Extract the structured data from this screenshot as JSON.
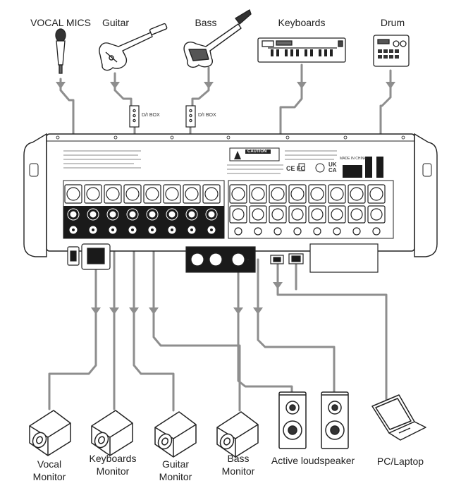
{
  "sources": {
    "vocal_mics": "VOCAL MICS",
    "guitar": "Guitar",
    "bass": "Bass",
    "keyboards": "Keyboards",
    "drum": "Drum"
  },
  "di_box_label": "D/I BOX",
  "outputs": {
    "vocal_monitor": [
      "Vocal",
      "Monitor"
    ],
    "keyboards_monitor": [
      "Keyboards",
      "Monitor"
    ],
    "guitar_monitor": [
      "Guitar",
      "Monitor"
    ],
    "bass_monitor": [
      "Bass",
      "Monitor"
    ],
    "active_loudspeaker": "Active loudspeaker",
    "pc_laptop": "PC/Laptop"
  },
  "panel_text": {
    "caution": "CAUTION",
    "made_in": "MADE IN CHINA",
    "ce_fcc": "CE FC",
    "ukca": "UK CA"
  },
  "colors": {
    "cable": "#8e8e8e",
    "line": "#333333",
    "panel_dark": "#1a1a1a"
  }
}
